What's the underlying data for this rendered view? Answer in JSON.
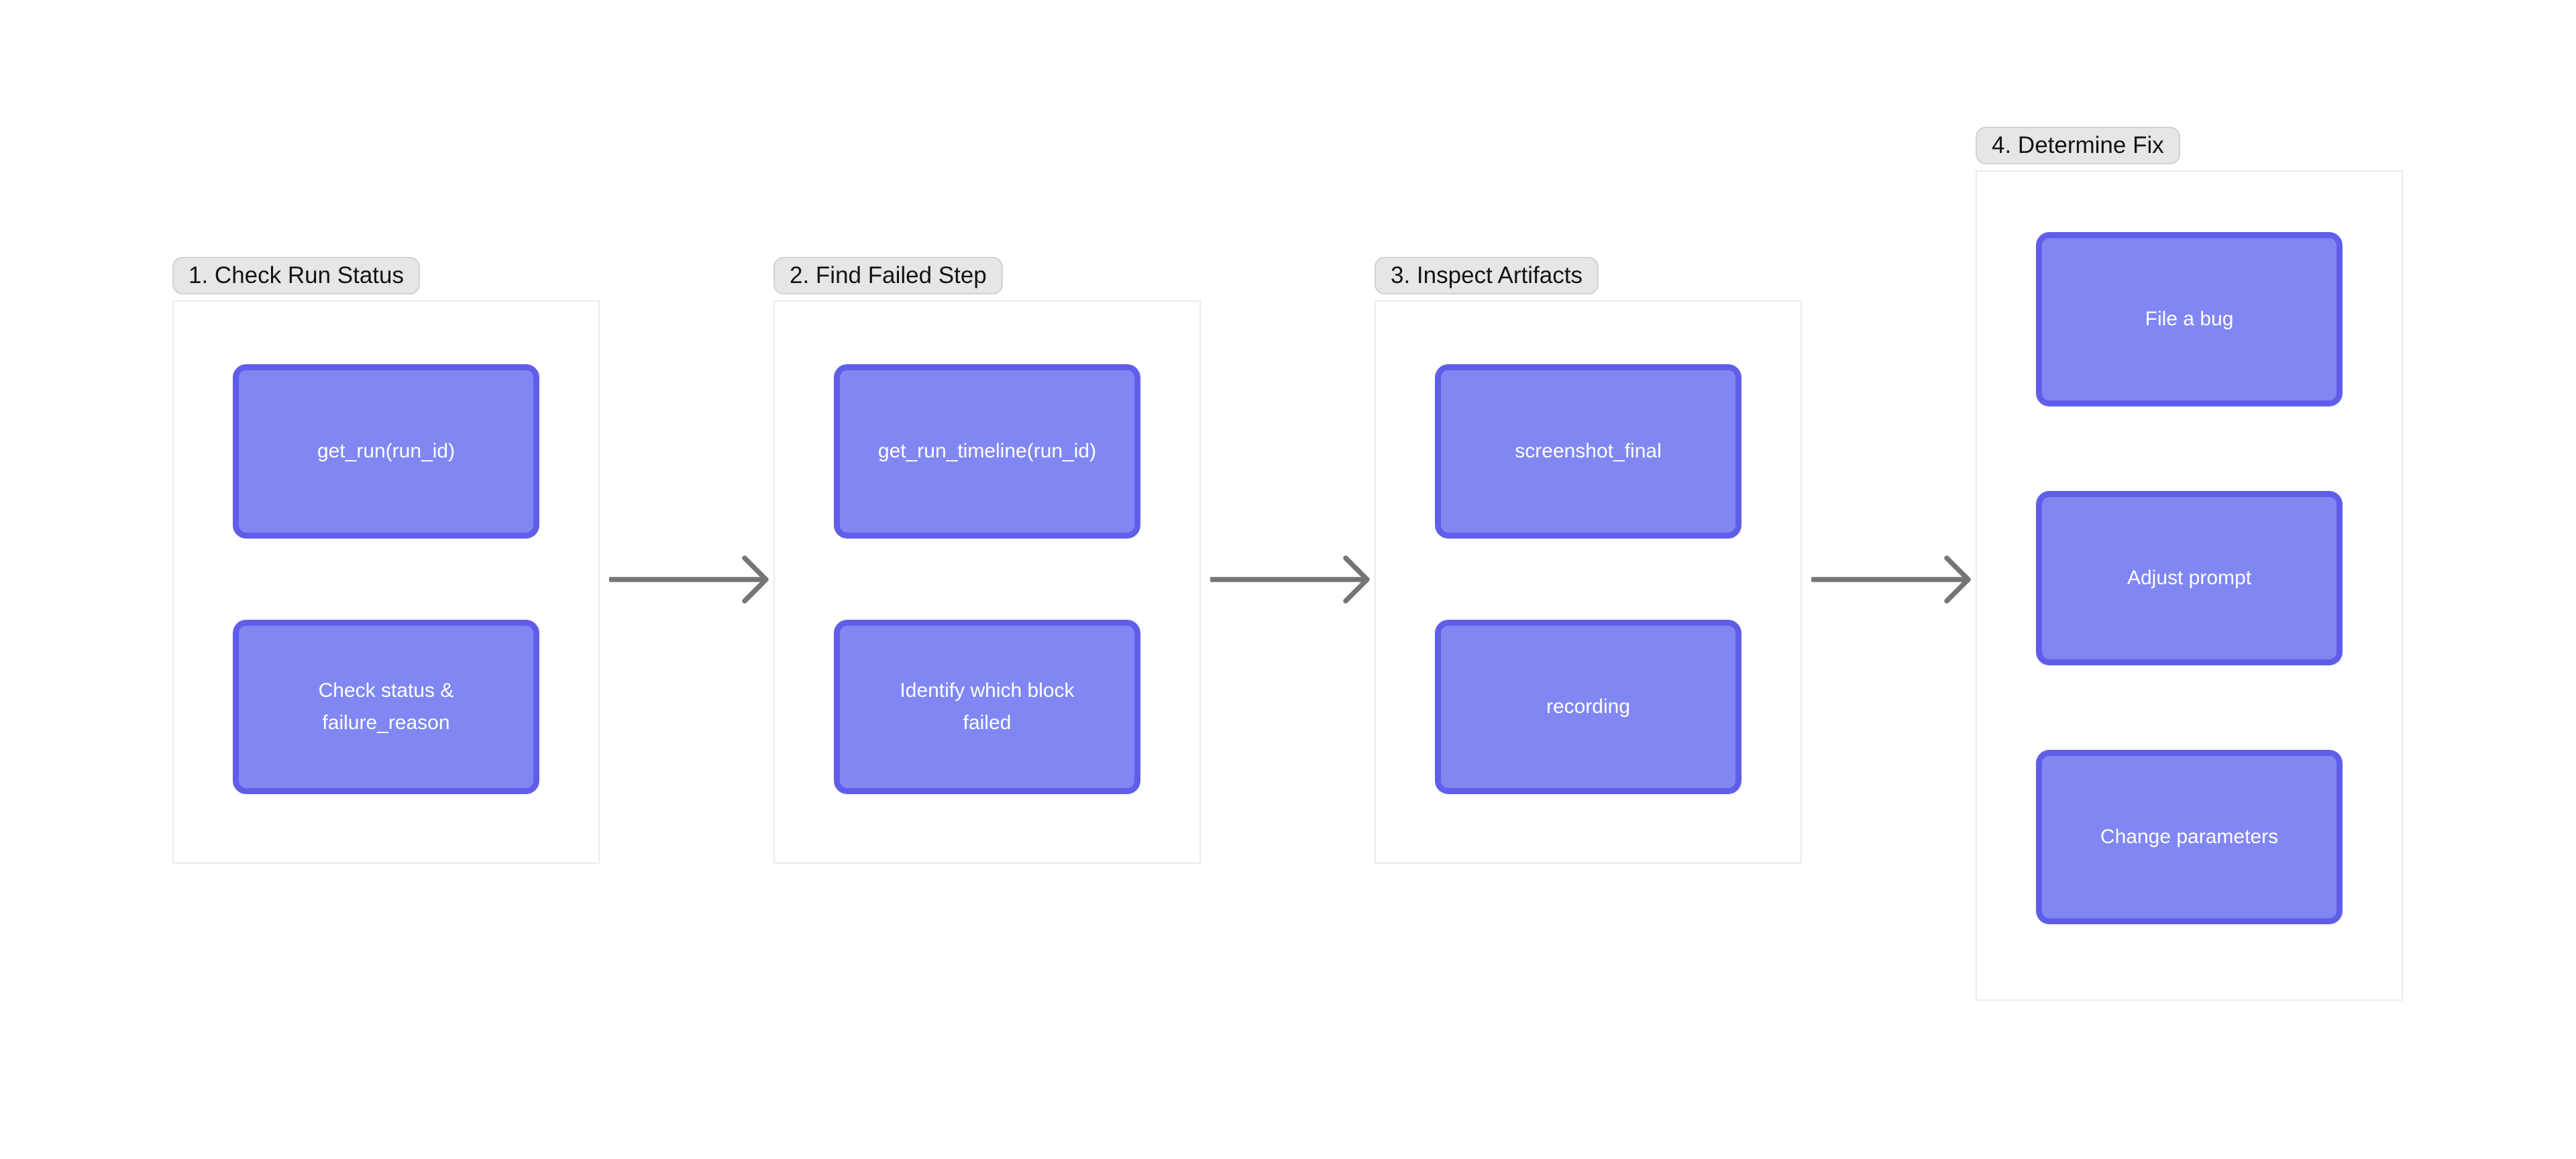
{
  "diagram": {
    "title_implicit": "Run failure triage flow",
    "colors": {
      "background": "#ffffff",
      "node_fill": "#8187f2",
      "node_border": "#605ee8",
      "frame_border": "#ebebeb",
      "pill_fill": "#e6e6e6",
      "pill_border": "#d2d2d2",
      "pill_text": "#141414",
      "node_text": "#ffffff",
      "arrow": "#757575"
    },
    "groups": [
      {
        "label": "1. Check Run Status",
        "boxes": [
          {
            "label": "get_run(run_id)"
          },
          {
            "label": "Check status &\nfailure_reason"
          }
        ]
      },
      {
        "label": "2. Find Failed Step",
        "boxes": [
          {
            "label": "get_run_timeline(run_id)"
          },
          {
            "label": "Identify which block\nfailed"
          }
        ]
      },
      {
        "label": "3. Inspect Artifacts",
        "boxes": [
          {
            "label": "screenshot_final"
          },
          {
            "label": "recording"
          }
        ]
      },
      {
        "label": "4. Determine Fix",
        "boxes": [
          {
            "label": "File a bug"
          },
          {
            "label": "Adjust prompt"
          },
          {
            "label": "Change parameters"
          }
        ]
      }
    ],
    "arrows": [
      {
        "from": "1. Check Run Status",
        "to": "2. Find Failed Step"
      },
      {
        "from": "2. Find Failed Step",
        "to": "3. Inspect Artifacts"
      },
      {
        "from": "3. Inspect Artifacts",
        "to": "4. Determine Fix"
      }
    ]
  }
}
